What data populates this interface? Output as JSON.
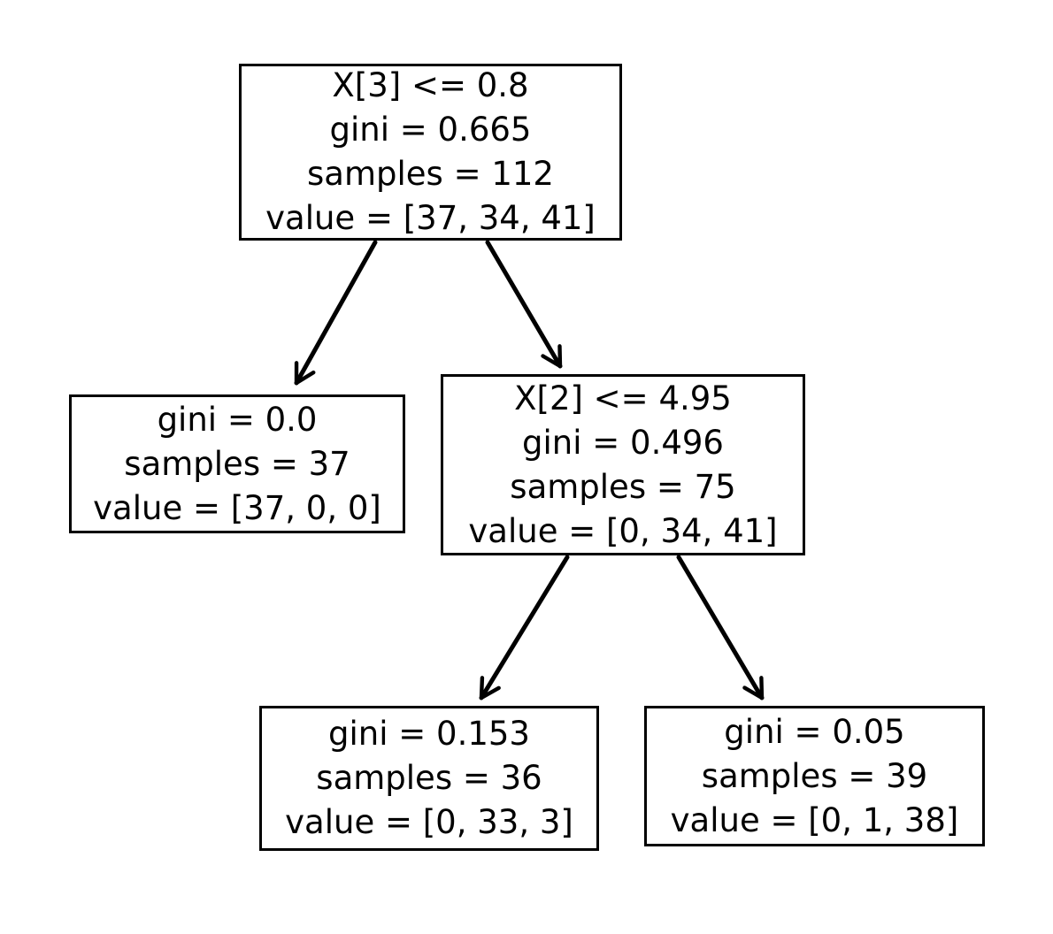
{
  "figure": {
    "background_color": "#ffffff",
    "node_fill_color": "#ffffff",
    "node_border_color": "#000000",
    "text_color": "#000000",
    "edge_color": "#000000"
  },
  "tree": {
    "nodes": [
      {
        "id": "root",
        "condition": "X[3] <= 0.8",
        "gini": 0.665,
        "samples": 112,
        "value": [
          37,
          34,
          41
        ],
        "lines": [
          "X[3] <= 0.8",
          "gini = 0.665",
          "samples = 112",
          "value = [37, 34, 41]"
        ]
      },
      {
        "id": "left-leaf",
        "condition": null,
        "gini": 0.0,
        "samples": 37,
        "value": [
          37,
          0,
          0
        ],
        "lines": [
          "gini = 0.0",
          "samples = 37",
          "value = [37, 0, 0]"
        ]
      },
      {
        "id": "right-split",
        "condition": "X[2] <= 4.95",
        "gini": 0.496,
        "samples": 75,
        "value": [
          0,
          34,
          41
        ],
        "lines": [
          "X[2] <= 4.95",
          "gini = 0.496",
          "samples = 75",
          "value = [0, 34, 41]"
        ]
      },
      {
        "id": "right-left-leaf",
        "condition": null,
        "gini": 0.153,
        "samples": 36,
        "value": [
          0,
          33,
          3
        ],
        "lines": [
          "gini = 0.153",
          "samples = 36",
          "value = [0, 33, 3]"
        ]
      },
      {
        "id": "right-right-leaf",
        "condition": null,
        "gini": 0.05,
        "samples": 39,
        "value": [
          0,
          1,
          38
        ],
        "lines": [
          "gini = 0.05",
          "samples = 39",
          "value = [0, 1, 38]"
        ]
      }
    ],
    "edges": [
      {
        "from": "root",
        "to": "left-leaf"
      },
      {
        "from": "root",
        "to": "right-split"
      },
      {
        "from": "right-split",
        "to": "right-left-leaf"
      },
      {
        "from": "right-split",
        "to": "right-right-leaf"
      }
    ]
  }
}
